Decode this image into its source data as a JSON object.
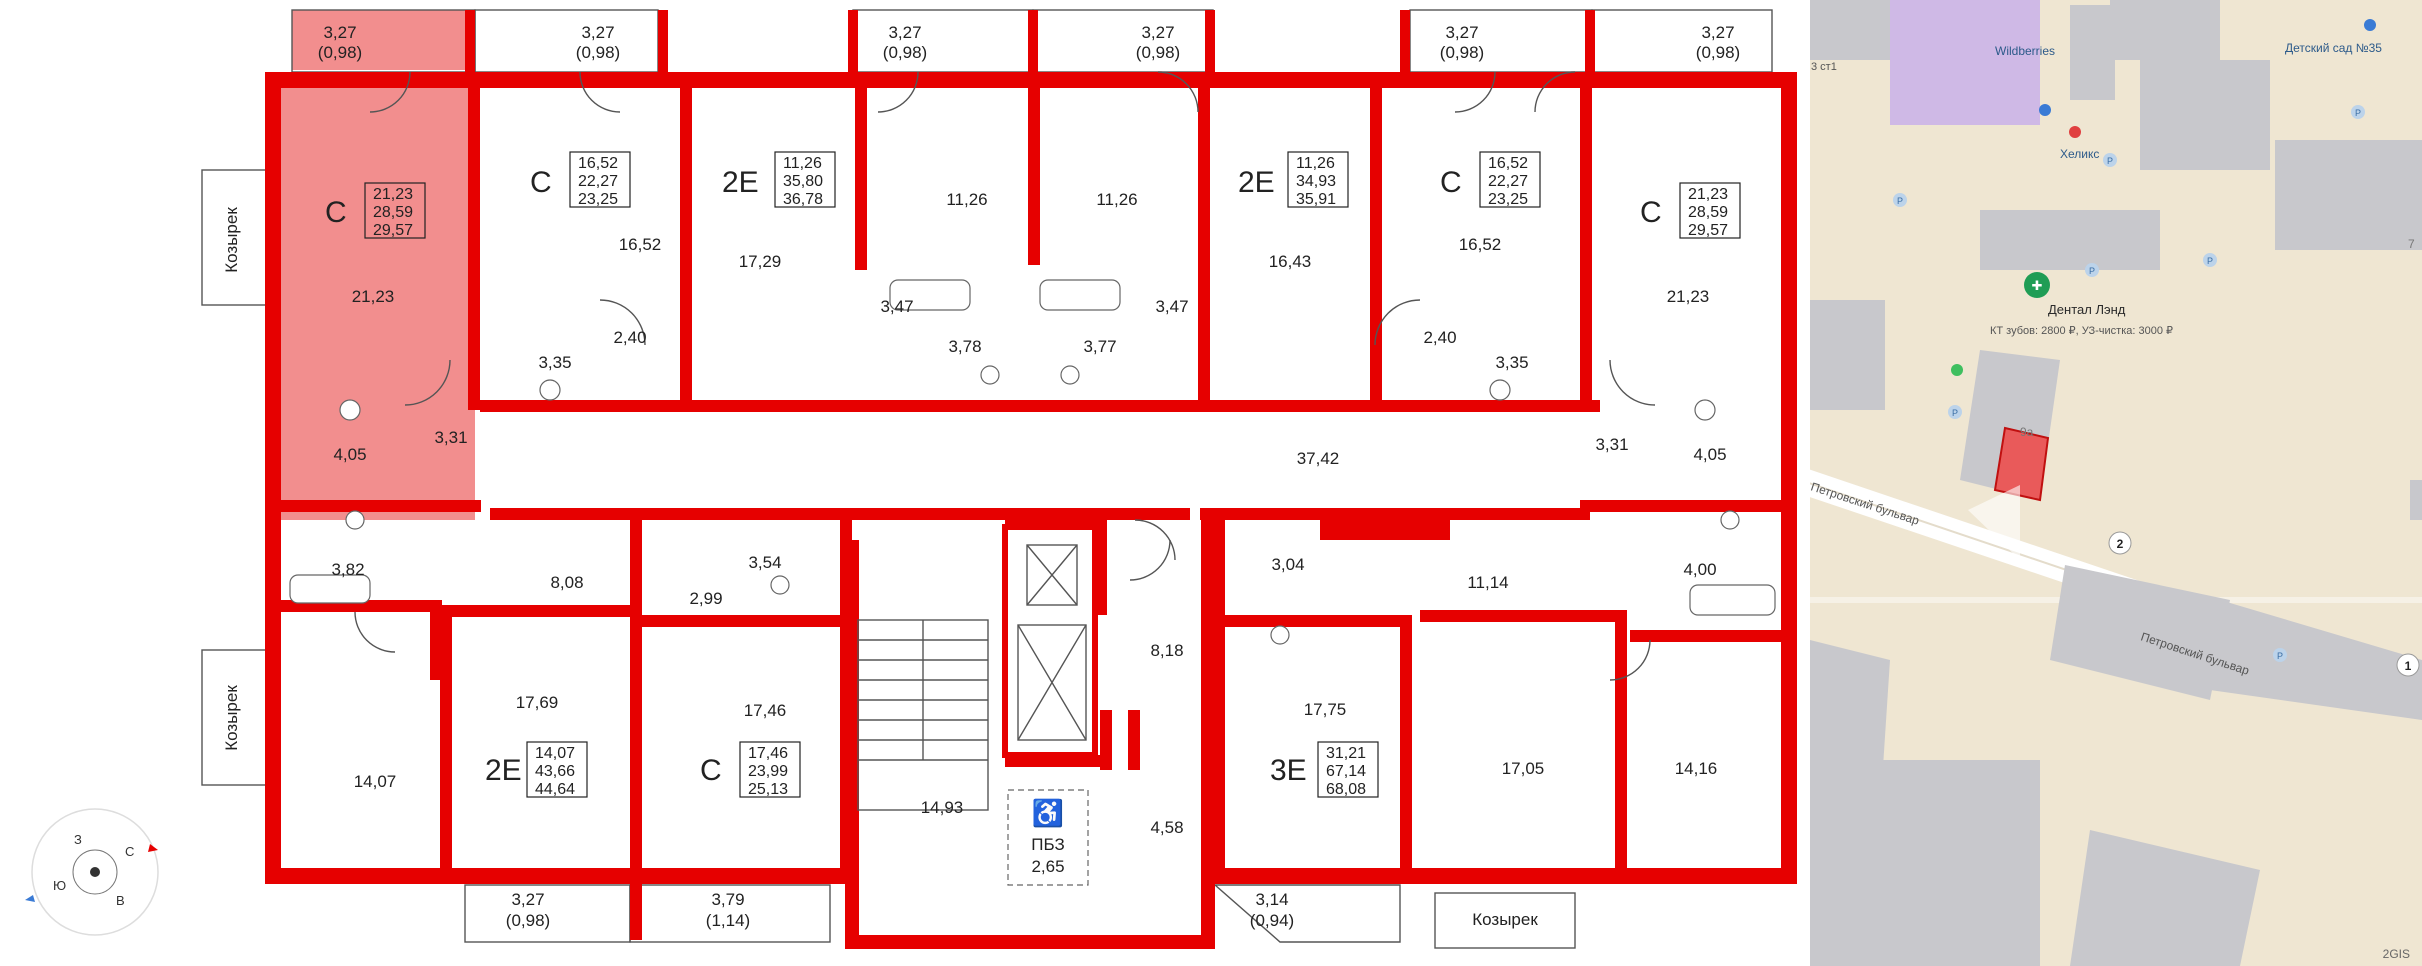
{
  "floor_plan": {
    "balconies": {
      "b1": {
        "area": "3,27",
        "reduced": "(0,98)"
      },
      "b2": {
        "area": "3,27",
        "reduced": "(0,98)"
      },
      "b3": {
        "area": "3,27",
        "reduced": "(0,98)"
      },
      "b4": {
        "area": "3,27",
        "reduced": "(0,98)"
      },
      "b5": {
        "area": "3,27",
        "reduced": "(0,98)"
      },
      "b6": {
        "area": "3,27",
        "reduced": "(0,98)"
      },
      "b7": {
        "area": "3,27",
        "reduced": "(0,98)"
      },
      "b8": {
        "area": "3,79",
        "reduced": "(1,14)"
      },
      "b9": {
        "area": "3,14",
        "reduced": "(0,94)"
      }
    },
    "canopy_label": "Козырек",
    "apartments": {
      "a1": {
        "type": "С",
        "areas": [
          "21,23",
          "28,59",
          "29,57"
        ]
      },
      "a2": {
        "type": "С",
        "areas": [
          "16,52",
          "22,27",
          "23,25"
        ]
      },
      "a3": {
        "type": "2Е",
        "areas": [
          "11,26",
          "35,80",
          "36,78"
        ]
      },
      "a4": {
        "type": "2Е",
        "areas": [
          "11,26",
          "34,93",
          "35,91"
        ]
      },
      "a5": {
        "type": "С",
        "areas": [
          "16,52",
          "22,27",
          "23,25"
        ]
      },
      "a6": {
        "type": "С",
        "areas": [
          "21,23",
          "28,59",
          "29,57"
        ]
      },
      "a7": {
        "type": "2Е",
        "areas": [
          "14,07",
          "43,66",
          "44,64"
        ]
      },
      "a8": {
        "type": "С",
        "areas": [
          "17,46",
          "23,99",
          "25,13"
        ]
      },
      "a9": {
        "type": "3Е",
        "areas": [
          "31,21",
          "67,14",
          "68,08"
        ]
      }
    },
    "rooms": {
      "r1": "21,23",
      "r2": "16,52",
      "r3": "17,29",
      "r4": "11,26",
      "r5": "11,26",
      "r6": "16,43",
      "r7": "16,52",
      "r8": "21,23",
      "r9": "2,40",
      "r10": "3,35",
      "r11": "3,47",
      "r12": "3,78",
      "r13": "3,77",
      "r14": "3,47",
      "r15": "2,40",
      "r16": "3,35",
      "r17": "4,05",
      "r18": "3,31",
      "r19": "37,42",
      "r20": "3,31",
      "r21": "4,05",
      "r22": "3,82",
      "r23": "8,08",
      "r24": "2,99",
      "r25": "3,54",
      "r26": "3,04",
      "r27": "11,14",
      "r28": "4,00",
      "r29": "17,69",
      "r30": "14,07",
      "r31": "17,46",
      "r32": "8,18",
      "r33": "14,93",
      "r34": "4,58",
      "r35": "17,75",
      "r36": "17,05",
      "r37": "14,16"
    },
    "pbz": {
      "label": "ПБЗ",
      "area": "2,65"
    },
    "compass": {
      "letters": [
        "С",
        "В",
        "Ю",
        "З"
      ]
    }
  },
  "map": {
    "places": {
      "wildberries": "Wildberries",
      "kindergarten": "Детский сад №35",
      "helix": "Хеликс",
      "dental_name": "Дентал Лэнд",
      "dental_info": "КТ зубов: 2800 ₽, УЗ-чистка: 3000 ₽",
      "building_3st1": "3 ст1",
      "building_9a": "9а",
      "building_7": "7",
      "street1": "Петровский бульвар",
      "street2": "Петровский бульвар"
    },
    "markers": {
      "m1": "1",
      "m2": "2"
    },
    "parking": "P",
    "brand": "2GIS"
  },
  "colors": {
    "wall": "#e60000",
    "highlight": "#f07a7a",
    "map_bg": "#efe6d2",
    "building": "#c8c8cc"
  }
}
